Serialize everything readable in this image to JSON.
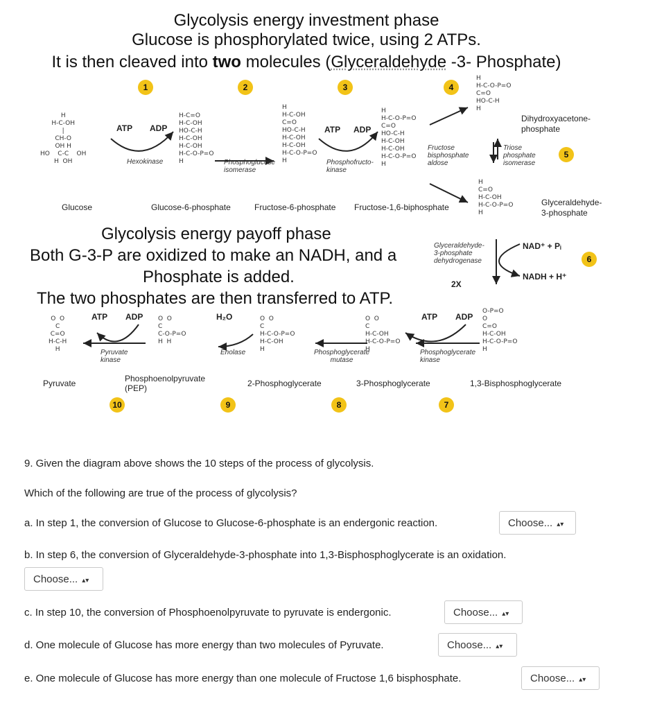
{
  "heading_investment": {
    "line1": "Glycolysis energy investment phase",
    "line2": "Glucose is phosphorylated twice, using 2 ATPs.",
    "line3_pre": "It is then cleaved into ",
    "line3_bold": "two",
    "line3_mid": " molecules (",
    "line3_link": "Glyceraldehyde",
    "line3_post": " -3- Phosphate)"
  },
  "heading_payoff": {
    "line1": "Glycolysis energy payoff phase",
    "line2": "Both G-3-P are oxidized to make an NADH, and a",
    "line3": "Phosphate is added.",
    "line4": "The two phosphates are then transferred to ATP."
  },
  "steps": [
    "1",
    "2",
    "3",
    "4",
    "5",
    "6",
    "7",
    "8",
    "9",
    "10"
  ],
  "molecules": {
    "glucose": "Glucose",
    "g6p": "Glucose-6-phosphate",
    "f6p": "Fructose-6-phosphate",
    "f16bp": "Fructose-1,6-biphosphate",
    "dhap": "Dihydroxyacetone-\nphosphate",
    "g3p": "Glyceraldehyde-\n3-phosphate",
    "bpg": "1,3-Bisphosphoglycerate",
    "pg3": "3-Phosphoglycerate",
    "pg2": "2-Phosphoglycerate",
    "pep": "Phosphoenolpyruvate\n(PEP)",
    "pyruvate": "Pyruvate"
  },
  "enzymes": {
    "hexokinase": "Hexokinase",
    "pgi": "Phosphoglucose\nisomerase",
    "pfk": "Phosphofructo-\nkinase",
    "aldolase": "Fructose\nbisphosphate\naldose",
    "tpi": "Triose\nphosphate\nisomerase",
    "gapdh": "Glyceraldehyde-\n3-phosphate\ndehydrogenase",
    "pgk": "Phosphoglycerate\nkinase",
    "pgm": "Phosphoglycerate\nmutase",
    "enolase": "Enolase",
    "pk": "Pyruvate\nkinase"
  },
  "cofactors": {
    "atp": "ATP",
    "adp": "ADP",
    "h2o": "H₂O",
    "nad": "NAD⁺ + Pᵢ",
    "nadh": "NADH + H⁺",
    "times2": "2X"
  },
  "struct": {
    "glucose": "H\nH-C-OH\n|\nCH-O\nOH H\nHO    C-C    OH\nH  OH",
    "g6p": "H-C=O\nH-C-OH\nHO-C-H\nH-C-OH\nH-C-OH\nH-C-O-P=O\nH",
    "f6p": "H\nH-C-OH\nC=O\nHO-C-H\nH-C-OH\nH-C-OH\nH-C-O-P=O\nH",
    "f16bp": "H\nH-C-O-P=O\nC=O\nHO-C-H\nH-C-OH\nH-C-OH\nH-C-O-P=O\nH",
    "dhap": "H\nH-C-O-P=O\nC=O\nHO-C-H\nH",
    "g3p": "H\nC=O\nH-C-OH\nH-C-O-P=O\nH",
    "bpg": "O-P=O\nO\nC=O\nH-C-OH\nH-C-O-P=O\nH",
    "pg3": "O  O\nC\nH-C-OH\nH-C-O-P=O\nH",
    "pg2": "O  O\nC\nH-C-O-P=O\nH-C-OH\nH",
    "pep": "O  O\nC\nC-O-P=O\nH  H",
    "pyruvate": "O  O\nC\nC=O\nH-C-H\nH"
  },
  "question": {
    "intro": "9. Given the diagram above shows the 10 steps of the process of glycolysis.",
    "prompt": "Which of the following are true of the process of glycolysis?",
    "a": "a. In step 1, the conversion of Glucose to Glucose-6-phosphate is an endergonic reaction.",
    "b": "b. In step 6, the conversion of Glyceraldehyde-3-phosphate into 1,3-Bisphosphoglycerate is an oxidation.",
    "c": "c. In step 10, the conversion of Phosphoenolpyruvate to pyruvate is endergonic.",
    "d": "d. One molecule of Glucose has more energy than two molecules of Pyruvate.",
    "e": "e. One molecule of Glucose has more energy than one molecule of Fructose 1,6 bisphosphate.",
    "choose": "Choose..."
  },
  "colors": {
    "step_badge": "#f2c318",
    "phosphate": "#d11919",
    "carbon": "#2b8a2b",
    "arrow": "#222222"
  }
}
